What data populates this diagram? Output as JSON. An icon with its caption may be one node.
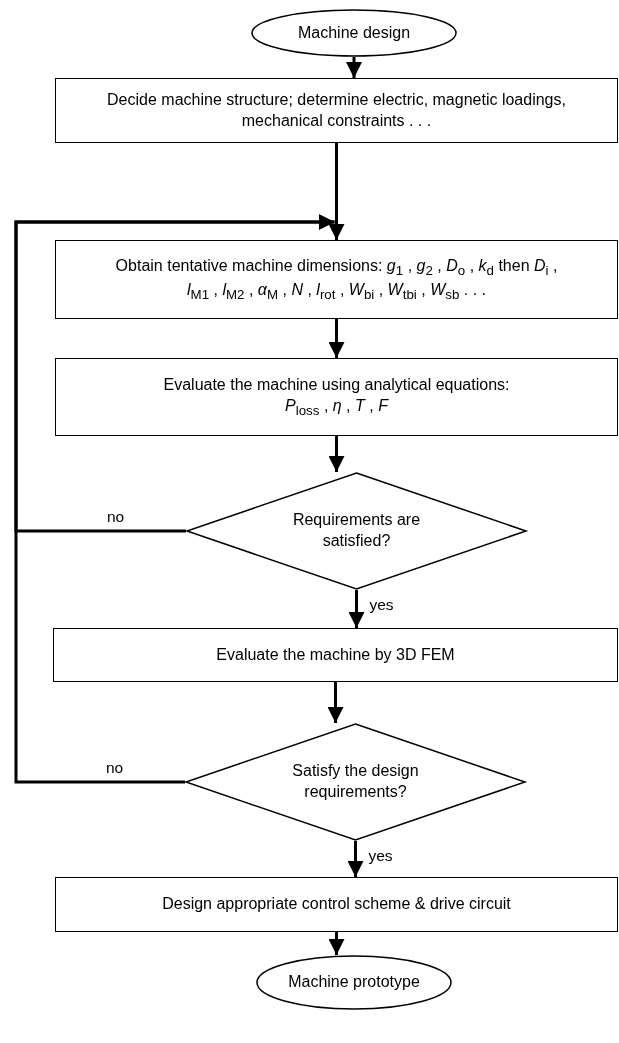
{
  "diagram": {
    "nodes": [
      {
        "text": [
          "Machine design"
        ]
      },
      {
        "text": [
          "Decide machine structure; determine electric, magnetic loadings, mechanical constraints . . ."
        ]
      },
      {
        "text": [
          "Obtain tentative machine dimensions: *g*$_{1}$ , *g*$_{2}$ , *D*$_{o}$ , *k*$_{d}$ then *D*$_{i}$ , *l*$_{M1}$ , *l*$_{M2}$ , *α*$_{M}$ , *N* , *l*$_{rot}$ , *W*$_{bi}$ , *W*$_{tbi}$ , *W*$_{sb}$ . . ."
        ]
      },
      {
        "text": [
          "Evaluate the machine using analytical equations: *P*$_{loss}$ , *η* , *T* , *F*"
        ]
      },
      {
        "text": [
          "Requirements are satisfied?"
        ]
      },
      {
        "text": [
          "Evaluate the machine by 3D FEM"
        ]
      },
      {
        "text": [
          "Satisfy the design requirements?"
        ]
      },
      {
        "text": [
          "Design appropriate control scheme & drive circuit"
        ]
      },
      {
        "text": [
          "Machine prototype"
        ]
      }
    ],
    "edges": [
      {
        "from": 0,
        "to": 1,
        "arrow": "to"
      },
      {
        "from": 1,
        "to": 2,
        "arrow": "to"
      },
      {
        "from": 2,
        "to": 3,
        "arrow": "to"
      },
      {
        "from": 3,
        "to": 4,
        "arrow": "to"
      },
      {
        "from": 4,
        "to": 5,
        "arrow": "to",
        "label": "yes"
      },
      {
        "from": 4,
        "to": 2,
        "arrow": "to",
        "label": "no"
      },
      {
        "from": 5,
        "to": 6,
        "arrow": "to"
      },
      {
        "from": 6,
        "to": 7,
        "arrow": "to",
        "label": "yes"
      },
      {
        "from": 6,
        "to": 2,
        "arrow": "to",
        "label": "no"
      },
      {
        "from": 7,
        "to": 8,
        "arrow": "to"
      }
    ]
  }
}
